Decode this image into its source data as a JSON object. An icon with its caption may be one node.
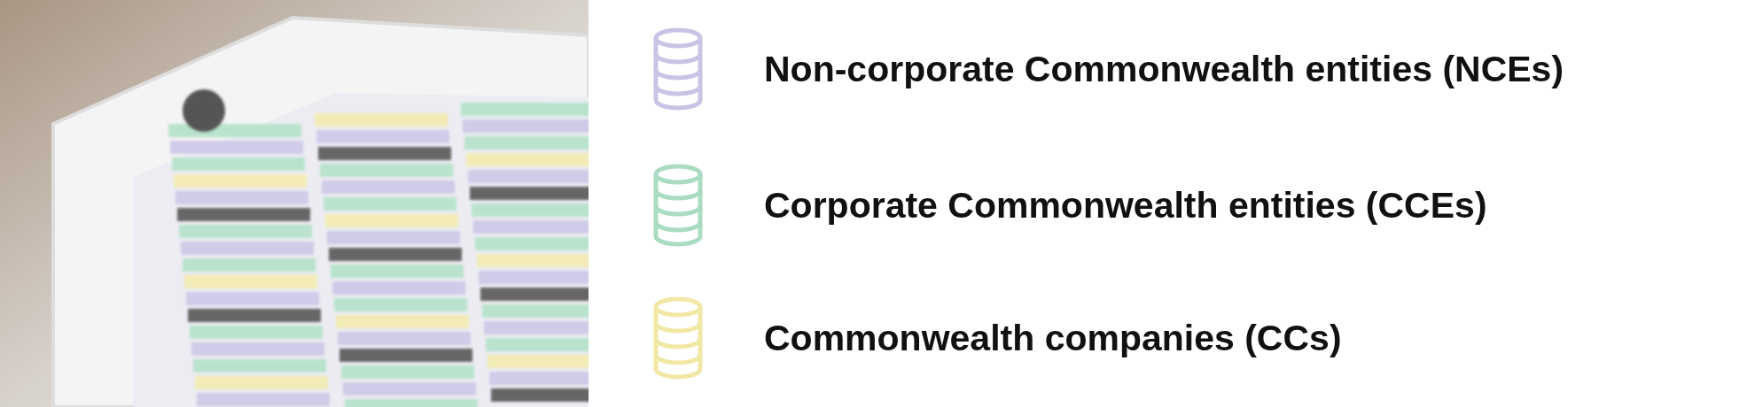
{
  "diagram": {
    "legend": [
      {
        "text": "Non-corporate Commonwealth entities (NCEs)",
        "color": "#c9c4e6"
      },
      {
        "text": "Corporate Commonwealth entities (CCEs)",
        "color": "#a9dcc0"
      },
      {
        "text": "Commonwealth companies (CCs)",
        "color": "#f2e8a6"
      }
    ]
  }
}
